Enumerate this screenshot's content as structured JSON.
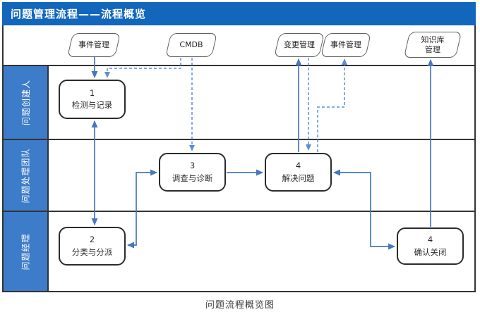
{
  "title": "问题管理流程——流程概览",
  "caption": "问题流程概览图",
  "externals": [
    {
      "label": "事件管理"
    },
    {
      "label": "CMDB"
    },
    {
      "label": "变更管理"
    },
    {
      "label": "事件管理"
    },
    {
      "label": "知识库\n管理"
    }
  ],
  "lanes": [
    {
      "label": "问题创建人"
    },
    {
      "label": "问题处理团队"
    },
    {
      "label": "问题经理"
    }
  ],
  "nodes": [
    {
      "num": "1",
      "label": "检测与记录"
    },
    {
      "num": "2",
      "label": "分类与分派"
    },
    {
      "num": "3",
      "label": "调查与诊断"
    },
    {
      "num": "4",
      "label": "解决问题"
    },
    {
      "num": "4",
      "label": "确认关闭"
    }
  ],
  "colors": {
    "title_bar": "#1266bb",
    "lane_label": "#3d7cc9",
    "arrow_solid": "#4677bd",
    "arrow_dashed": "#5c8ed6",
    "node_border": "#2b2b2b",
    "frame_border": "#333333"
  }
}
